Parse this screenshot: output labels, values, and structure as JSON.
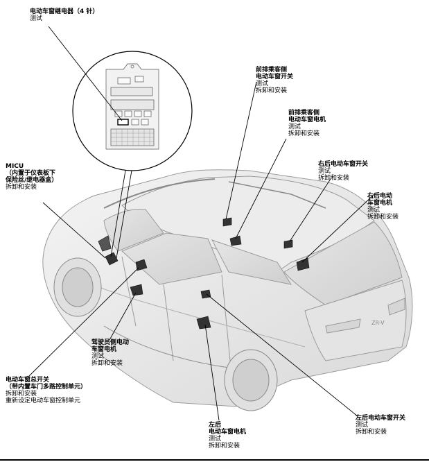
{
  "callouts": {
    "relay": {
      "title": "电动车窗继电器（4 针）",
      "lines": [
        "测试"
      ]
    },
    "micu": {
      "title": "MICU",
      "lines": [
        "（内置于仪表板下",
        "保险丝/继电器盒）",
        "拆卸和安装"
      ]
    },
    "front_pass_switch": {
      "title": "前排乘客侧",
      "lines": [
        "电动车窗开关",
        "测试",
        "拆卸和安装"
      ]
    },
    "front_pass_motor": {
      "title": "前排乘客侧",
      "lines": [
        "电动车窗电机",
        "测试",
        "拆卸和安装"
      ]
    },
    "rr_switch": {
      "title": "右后电动车窗开关",
      "lines": [
        "测试",
        "拆卸和安装"
      ]
    },
    "rr_motor": {
      "title": "右后电动",
      "lines": [
        "车窗电机",
        "测试",
        "拆卸和安装"
      ]
    },
    "driver_motor": {
      "title": "驾驶员侧电动",
      "lines": [
        "车窗电机",
        "测试",
        "拆卸和安装"
      ]
    },
    "master_switch": {
      "title": "电动车窗总开关",
      "lines": [
        "（带内置车门多路控制单元）",
        "拆卸和安装",
        "重新设定电动车窗控制单元"
      ]
    },
    "lr_motor": {
      "title": "左后",
      "lines": [
        "电动车窗电机",
        "测试",
        "拆卸和安装"
      ]
    },
    "lr_switch": {
      "title": "左后电动车窗开关",
      "lines": [
        "测试",
        "拆卸和安装"
      ]
    }
  }
}
